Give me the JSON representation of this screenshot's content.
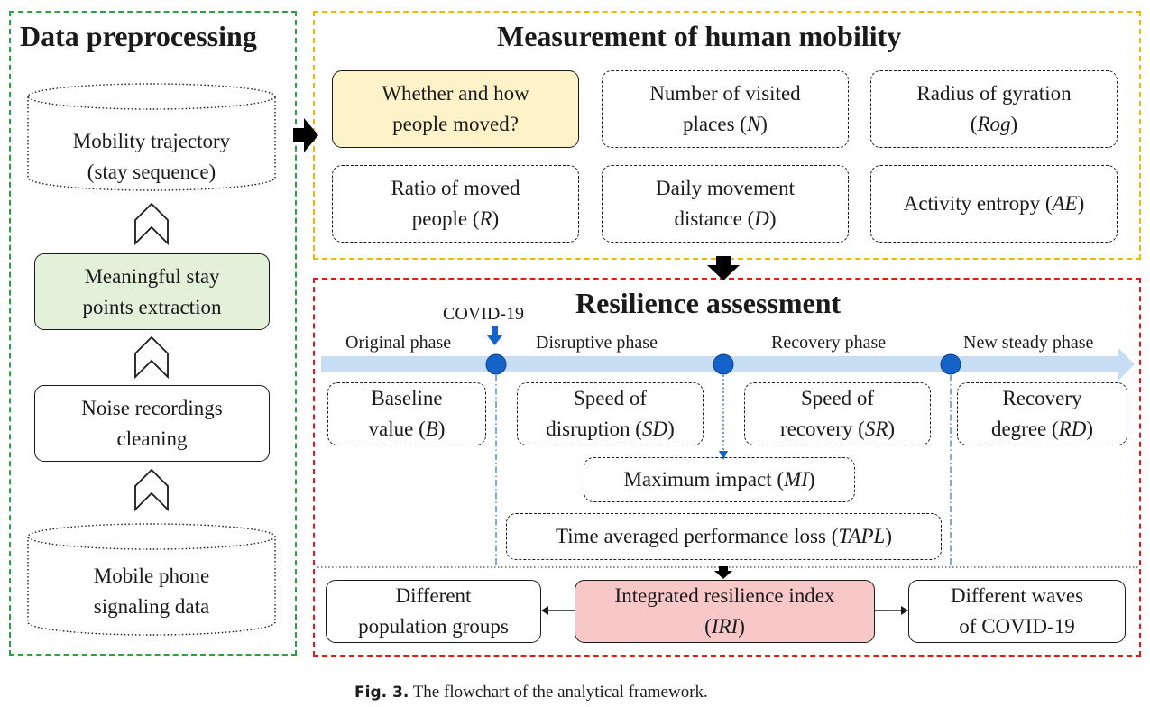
{
  "sections": {
    "preprocessing": {
      "title": "Data preprocessing",
      "trajectory_line1": "Mobility trajectory",
      "trajectory_line2": "(stay sequence)",
      "stay_line1": "Meaningful stay",
      "stay_line2": "points extraction",
      "noise_line1": "Noise recordings",
      "noise_line2": "cleaning",
      "signal_line1": "Mobile phone",
      "signal_line2": "signaling data"
    },
    "measurement": {
      "title": "Measurement of human mobility",
      "moved_line1": "Whether and how",
      "moved_line2": "people moved?",
      "n_line1": "Number of visited",
      "n_pre": "places (",
      "n_sym": "N",
      "n_post": ")",
      "rog_line1": "Radius of gyration",
      "rog_pre": "(",
      "rog_sym": "Rog",
      "rog_post": ")",
      "r_line1": "Ratio of moved",
      "r_pre": "people (",
      "r_sym": "R",
      "r_post": ")",
      "d_line1": "Daily movement",
      "d_pre": "distance (",
      "d_sym": "D",
      "d_post": ")",
      "ae_pre": "Activity entropy (",
      "ae_sym": "AE",
      "ae_post": ")"
    },
    "resilience": {
      "title": "Resilience assessment",
      "covid_label": "COVID-19",
      "phases": [
        "Original phase",
        "Disruptive phase",
        "Recovery phase",
        "New steady phase"
      ],
      "b_line1": "Baseline",
      "b_pre": "value (",
      "b_sym": "B",
      "b_post": ")",
      "sd_line1": "Speed of",
      "sd_pre": "disruption (",
      "sd_sym": "SD",
      "sd_post": ")",
      "sr_line1": "Speed of",
      "sr_pre": "recovery (",
      "sr_sym": "SR",
      "sr_post": ")",
      "rd_line1": "Recovery",
      "rd_pre": "degree (",
      "rd_sym": "RD",
      "rd_post": ")",
      "mi_pre": "Maximum impact (",
      "mi_sym": "MI",
      "mi_post": ")",
      "tapl_pre": "Time averaged performance loss (",
      "tapl_sym": "TAPL",
      "tapl_post": ")",
      "groups_line1": "Different",
      "groups_line2": "population groups",
      "iri_line1": "Integrated resilience index",
      "iri_pre": "(",
      "iri_sym": "IRI",
      "iri_post": ")",
      "waves_line1": "Different waves",
      "waves_line2": "of COVID-19"
    }
  },
  "caption": {
    "label": "Fig. 3.",
    "text": "The flowchart of the analytical framework."
  },
  "colors": {
    "green_frame": "#2ea043",
    "yellow_frame": "#f2b705",
    "red_frame": "#e8161b",
    "highlight_yellow": "#fdf2c8",
    "highlight_green": "#e3f0da",
    "highlight_red": "#f8c8c8",
    "timeline": "#c6ddf3",
    "node_blue": "#1463c8"
  }
}
